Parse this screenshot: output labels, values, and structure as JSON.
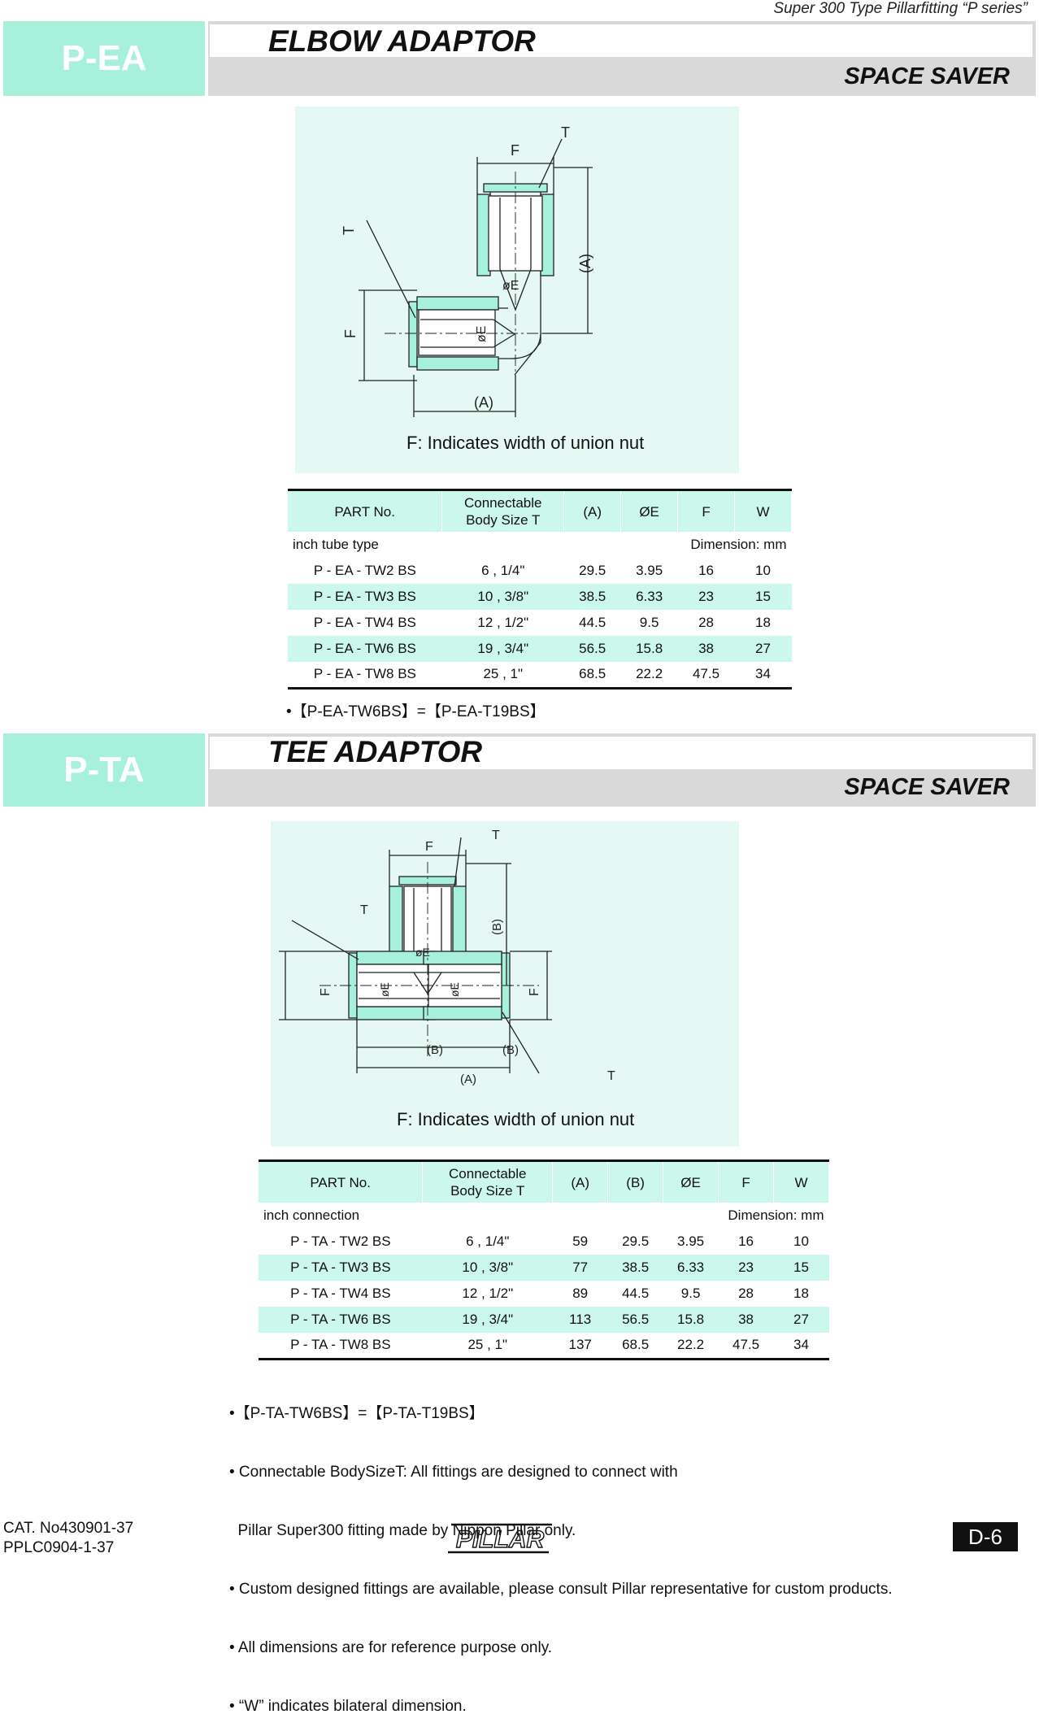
{
  "header": {
    "series": "Super 300 Type Pillarfitting “P series”"
  },
  "section1": {
    "code": "P-EA",
    "title": "ELBOW ADAPTOR",
    "badge": "SPACE SAVER",
    "drawing": {
      "labels": {
        "F_top": "F",
        "T_top": "T",
        "T_left": "T",
        "A_right": "(A)",
        "E_vertical": "øE",
        "F_left": "F",
        "E_horizontal": "øE",
        "A_bottom": "(A)"
      },
      "note": "F: Indicates width of union nut"
    },
    "table": {
      "headers": [
        "PART No.",
        "Connectable Body Size T",
        "(A)",
        "ØE",
        "F",
        "W"
      ],
      "subheader_left": "inch tube type",
      "subheader_right": "Dimension: mm",
      "rows": [
        [
          "P - EA - TW2 BS",
          "6 , 1/4\"",
          "29.5",
          "3.95",
          "16",
          "10"
        ],
        [
          "P - EA - TW3 BS",
          "10 , 3/8\"",
          "38.5",
          "6.33",
          "23",
          "15"
        ],
        [
          "P - EA - TW4 BS",
          "12 , 1/2\"",
          "44.5",
          "9.5",
          "28",
          "18"
        ],
        [
          "P - EA - TW6 BS",
          "19 , 3/4\"",
          "56.5",
          "15.8",
          "38",
          "27"
        ],
        [
          "P - EA - TW8 BS",
          "25 , 1\"",
          "68.5",
          "22.2",
          "47.5",
          "34"
        ]
      ]
    },
    "note": "•【P-EA-TW6BS】=【P-EA-T19BS】"
  },
  "section2": {
    "code": "P-TA",
    "title": "TEE  ADAPTOR",
    "badge": "SPACE SAVER",
    "drawing": {
      "labels": {
        "F_top": "F",
        "T_top": "T",
        "T_left": "T",
        "B_right": "(B)",
        "E_center": "øE",
        "F_left": "F",
        "E_left": "øE",
        "E_right": "øE",
        "F_right": "F",
        "B_left_bottom": "(B)",
        "B_right_bottom": "(B)",
        "A_bottom": "(A)",
        "T_bottom": "T"
      },
      "note": "F: Indicates width of union nut"
    },
    "table": {
      "headers": [
        "PART No.",
        "Connectable Body Size T",
        "(A)",
        "(B)",
        "ØE",
        "F",
        "W"
      ],
      "subheader_left": "inch connection",
      "subheader_right": "Dimension: mm",
      "rows": [
        [
          "P - TA - TW2 BS",
          "6 , 1/4\"",
          "59",
          "29.5",
          "3.95",
          "16",
          "10"
        ],
        [
          "P - TA - TW3 BS",
          "10 , 3/8\"",
          "77",
          "38.5",
          "6.33",
          "23",
          "15"
        ],
        [
          "P - TA - TW4 BS",
          "12 , 1/2\"",
          "89",
          "44.5",
          "9.5",
          "28",
          "18"
        ],
        [
          "P - TA - TW6 BS",
          "19 , 3/4\"",
          "113",
          "56.5",
          "15.8",
          "38",
          "27"
        ],
        [
          "P - TA - TW8 BS",
          "25 , 1\"",
          "137",
          "68.5",
          "22.2",
          "47.5",
          "34"
        ]
      ]
    },
    "notes": [
      "•【P-TA-TW6BS】=【P-TA-T19BS】",
      "• Connectable BodySizeT: All fittings are designed to connect with",
      "  Pillar Super300 fitting made by Nippon Pillar only.",
      "• Custom designed fittings are available, please consult Pillar representative for custom products.",
      "• All dimensions are for reference purpose only.",
      "• “W” indicates bilateral dimension."
    ]
  },
  "footer": {
    "cat_no": "CAT. No430901-37",
    "pplc": "PPLC0904-1-37",
    "logo": "PILLAR",
    "page": "D-6"
  },
  "colors": {
    "accent": "#a6f0dc",
    "table_header": "#ccf7ec",
    "drawing_bg": "#e5f8f4",
    "band": "#d9d9d9"
  }
}
